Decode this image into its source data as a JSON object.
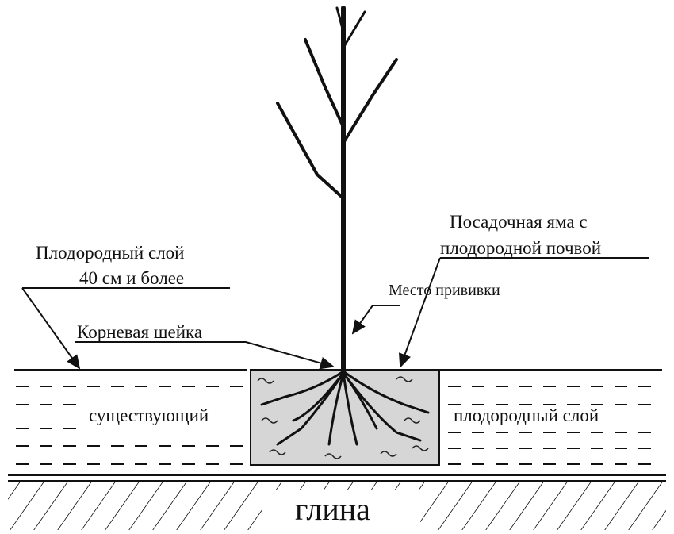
{
  "labels": {
    "pit_line1": "Посадочная яма с",
    "pit_line2": "плодородной почвой",
    "layer_line1": "Плодородный слой",
    "layer_line2": "40  см  и более",
    "graft": "Место прививки",
    "root_collar": "Корневая  шейка",
    "existing": "существующий",
    "fertile_layer": "плодородный слой",
    "clay": "глина"
  },
  "colors": {
    "ink": "#111111",
    "pit_fill": "#d6d6d6"
  }
}
